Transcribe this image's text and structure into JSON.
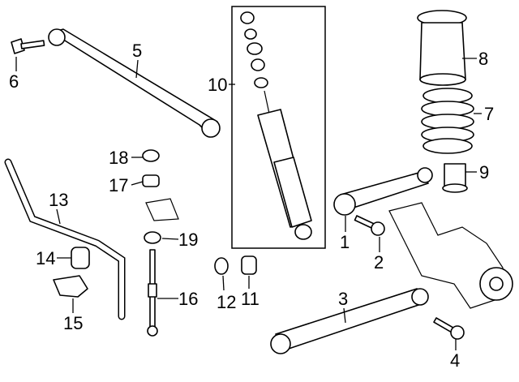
{
  "diagram": {
    "callouts": [
      "1",
      "2",
      "3",
      "4",
      "5",
      "6",
      "7",
      "8",
      "9",
      "10",
      "11",
      "12",
      "13",
      "14",
      "15",
      "16",
      "17",
      "18",
      "19"
    ],
    "colors": {
      "line": "#000000",
      "background": "#ffffff"
    }
  }
}
